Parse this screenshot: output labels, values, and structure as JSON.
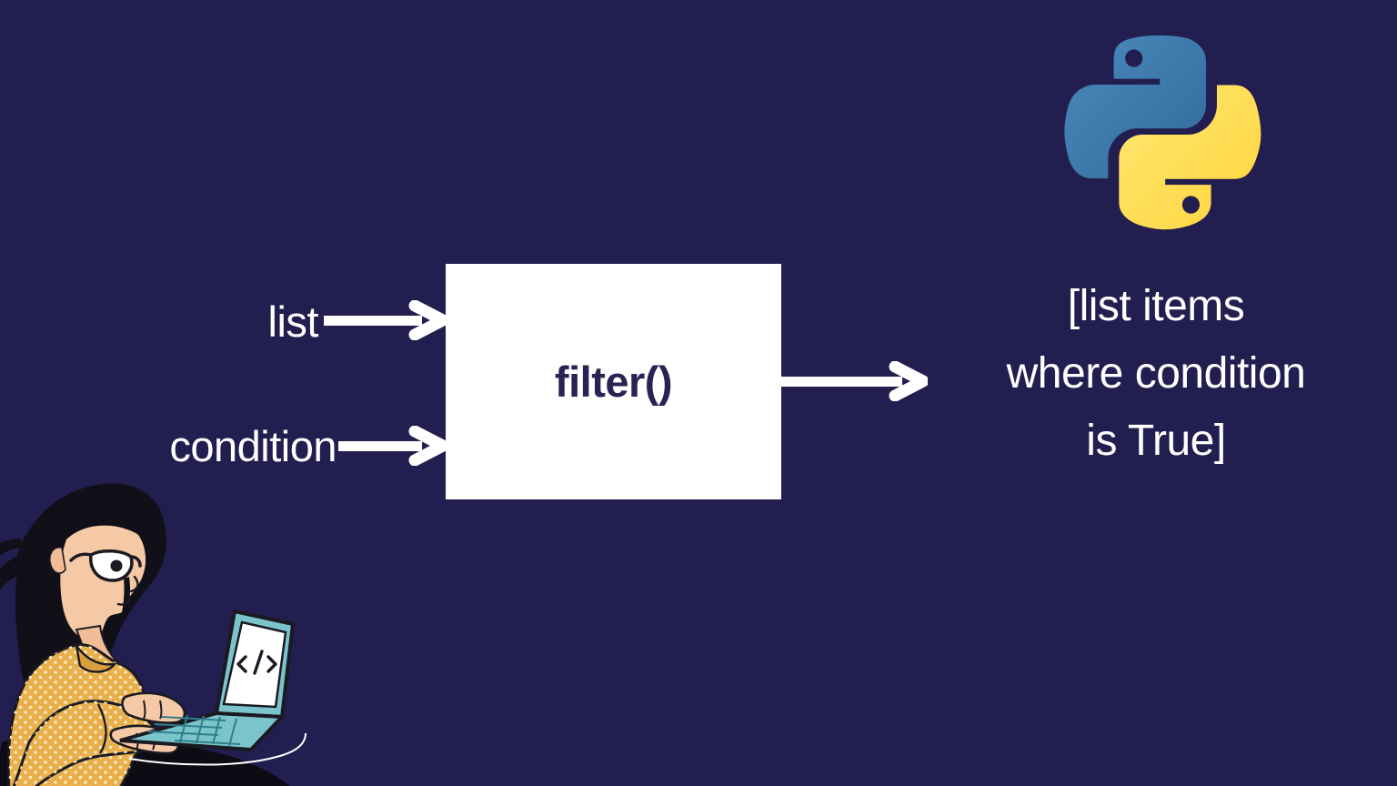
{
  "slide": {
    "background_color": "#231e50",
    "accent_white": "#ffffff",
    "box_text_color": "#2b2254"
  },
  "diagram": {
    "type": "flow",
    "inputs": [
      {
        "label": "list",
        "arrow": "arrow-right-icon"
      },
      {
        "label": "condition",
        "arrow": "arrow-right-icon"
      }
    ],
    "process": {
      "label": "filter()",
      "shape": "rectangle",
      "fill": "#ffffff"
    },
    "output": {
      "arrow": "arrow-right-icon",
      "lines": [
        "[list items",
        "where condition",
        "is True]"
      ],
      "full_text": "[list items where condition is True]"
    }
  },
  "logo": {
    "name": "python-logo",
    "blue": "#3572A5",
    "yellow": "#FFD43B",
    "alt": "Python"
  },
  "illustration": {
    "name": "woman-coding-on-laptop",
    "hair_color": "#111018",
    "skin_color": "#f5c9a6",
    "sweater_color": "#e8af4b",
    "sweater_dot_color": "#f7e3bc",
    "laptop_color": "#7bc4cc",
    "laptop_screen_color": "#ffffff",
    "screen_glyph": "</>"
  }
}
